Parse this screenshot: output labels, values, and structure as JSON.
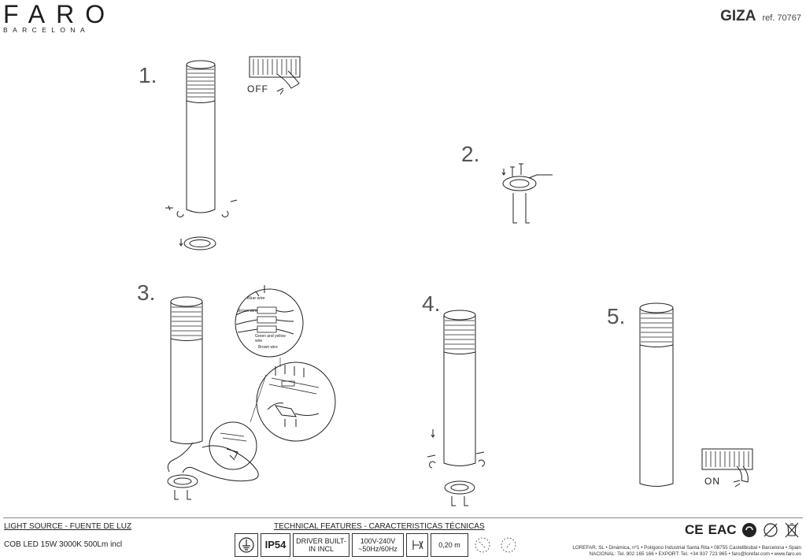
{
  "brand": {
    "name": "FARO",
    "sub": "BARCELONA"
  },
  "product": {
    "name": "GIZA",
    "ref": "ref. 70767"
  },
  "steps": [
    "1.",
    "2.",
    "3.",
    "4.",
    "5."
  ],
  "labels": {
    "off": "OFF",
    "on": "ON"
  },
  "wiring": {
    "blue": "Blue wire",
    "brown_top": "Brown wire",
    "green_yellow": "Green and yellow wire",
    "brown_bottom": "Brown wire"
  },
  "footer": {
    "light_title": "LIGHT SOURCE - FUENTE DE LUZ",
    "light_value": "COB LED 15W 3000K 500Lm incl",
    "tech_title": "TECHNICAL FEATURES - CARACTERISTICAS TÉCNICAS",
    "tech": {
      "ip": "IP54",
      "driver": "DRIVER BUILT-IN INCL",
      "voltage": "100V-240V ~50Hz/60Hz",
      "distance": "0,20 m"
    },
    "certs": [
      "CE",
      "EAC"
    ],
    "company_lines": [
      "LOREFAR, SL • Dinámica, nº1 • Polígono Industrial Santa Rita • 08755 Castellbisbal • Barcelona • Spain",
      "NACIONAL: Tel. 902 165 166 • EXPORT: Tel. +34 937 723 965 • faro@lorefar.com • www.faro.es"
    ]
  }
}
